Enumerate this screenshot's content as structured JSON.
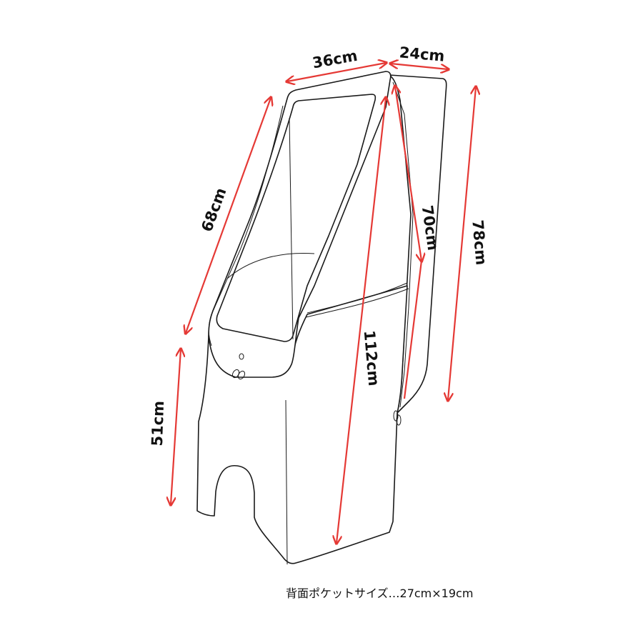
{
  "dimensions": {
    "width_top": "36cm",
    "depth_top": "24cm",
    "front_length": "68cm",
    "side_inner_length": "70cm",
    "side_outer_length": "78cm",
    "lower_front_length": "51cm",
    "total_height": "112cm"
  },
  "caption": "背面ポケットサイズ…27cm×19cm",
  "colors": {
    "arrow": "#e53935",
    "outline": "#1a1a1a"
  }
}
